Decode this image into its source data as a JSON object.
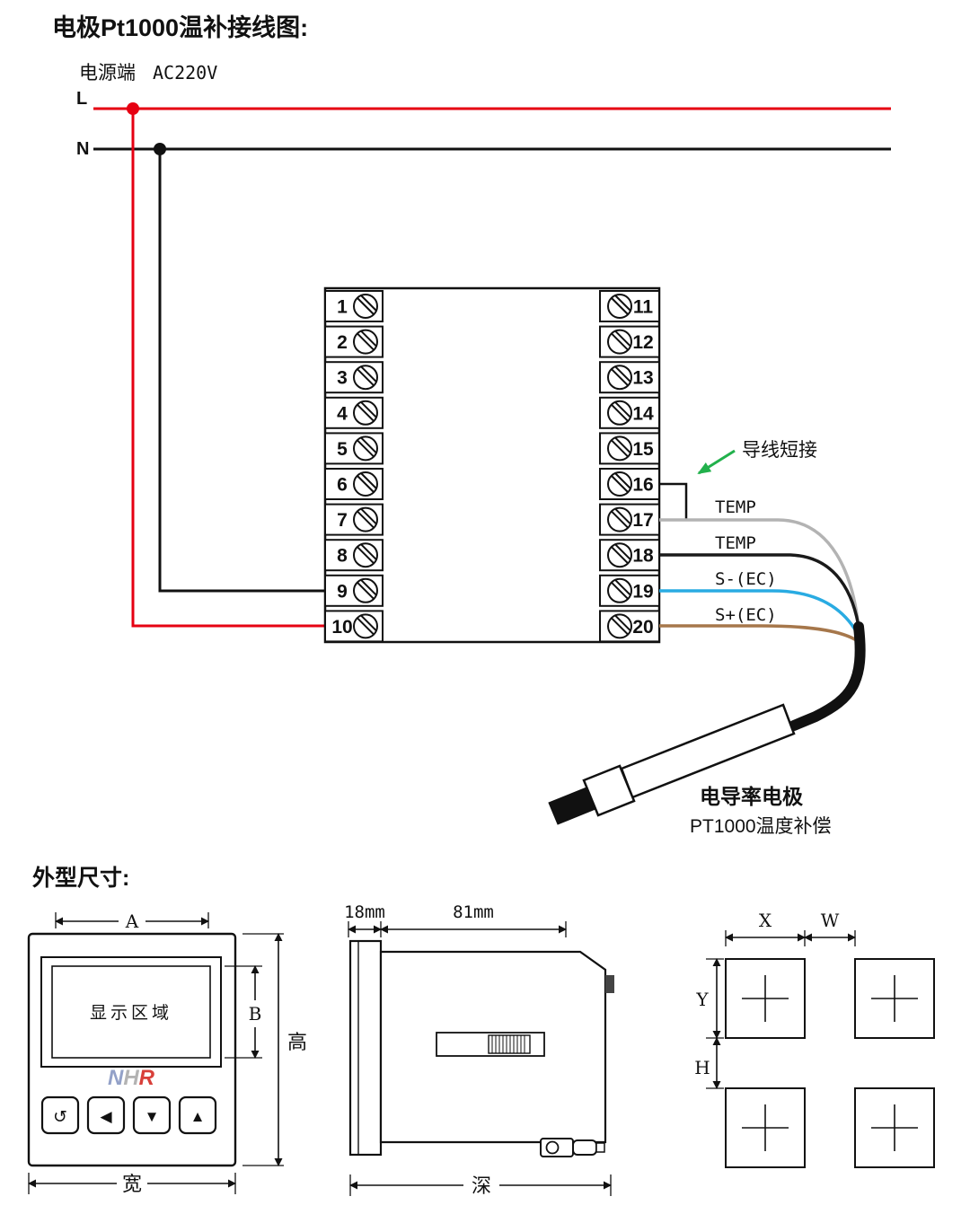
{
  "wiring": {
    "title": "电极Pt1000温补接线图:",
    "power_label": "电源端",
    "power_voltage": "AC220V",
    "l_label": "L",
    "n_label": "N",
    "terminals_left": [
      "1",
      "2",
      "3",
      "4",
      "5",
      "6",
      "7",
      "8",
      "9",
      "10"
    ],
    "terminals_right": [
      "11",
      "12",
      "13",
      "14",
      "15",
      "16",
      "17",
      "18",
      "19",
      "20"
    ],
    "jumper_label": "导线短接",
    "wires": [
      {
        "label": "TEMP",
        "color": "#b3b3b3"
      },
      {
        "label": "TEMP",
        "color": "#1a1a1a"
      },
      {
        "label": "S-(EC)",
        "color": "#29abe2"
      },
      {
        "label": "S+(EC)",
        "color": "#a6774b"
      }
    ],
    "probe_title": "电导率电极",
    "probe_subtitle": "PT1000温度补偿",
    "colors": {
      "live": "#e60012",
      "neutral": "#000000",
      "arrow_green": "#22b14c"
    }
  },
  "outline": {
    "title": "外型尺寸:",
    "front": {
      "display_label": "显示区域",
      "logo_n": "N",
      "logo_h": "H",
      "logo_r": "R",
      "buttons": [
        "↺",
        "◀",
        "▼",
        "▲"
      ],
      "dim_a": "A",
      "dim_b": "B",
      "dim_height": "高",
      "dim_width": "宽"
    },
    "side": {
      "dim_front": "18mm",
      "dim_body": "81mm",
      "dim_depth": "深"
    },
    "cutout": {
      "dim_x": "X",
      "dim_w": "W",
      "dim_y": "Y",
      "dim_h": "H"
    }
  }
}
